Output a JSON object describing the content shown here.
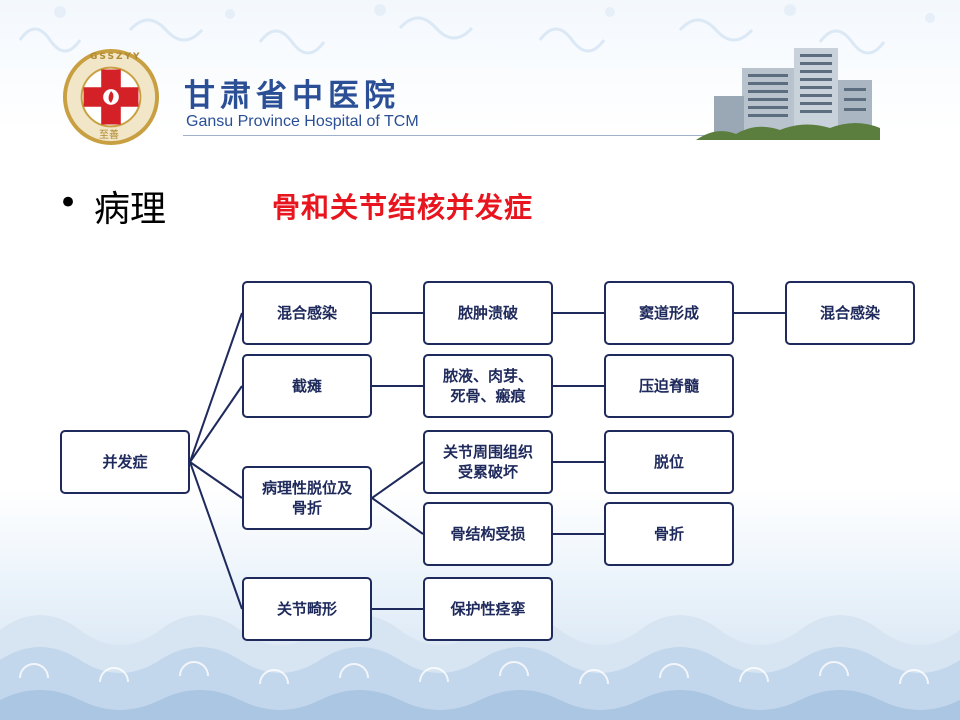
{
  "header": {
    "logo_ring_text": "GSSZYY",
    "logo_bottom_text": "至善",
    "hospital_name_cn": "甘肃省中医院",
    "hospital_name_en": "Gansu Province Hospital of TCM"
  },
  "slide": {
    "bullet": "•",
    "heading": "病理",
    "subtitle": "骨和关节结核并发症"
  },
  "colors": {
    "node_border": "#1f2a5c",
    "node_text": "#1f2a5c",
    "subtitle": "#e8141e",
    "brand": "#2a4f96"
  },
  "diagram": {
    "nodes": {
      "root": "并发症",
      "mixed_infection_1": "混合感染",
      "abscess_rupture": "脓肿溃破",
      "sinus_formation": "窦道形成",
      "mixed_infection_2": "混合感染",
      "paraplegia": "截瘫",
      "pus_granulation": "脓液、肉芽、\n死骨、瘢痕",
      "spinal_compression": "压迫脊髓",
      "pathologic_dislocation": "病理性脱位及\n骨折",
      "periarticular_destruction": "关节周围组织\n受累破坏",
      "dislocation": "脱位",
      "bone_damage": "骨结构受损",
      "fracture": "骨折",
      "joint_deformity": "关节畸形",
      "protective_spasm": "保护性痉挛"
    }
  }
}
